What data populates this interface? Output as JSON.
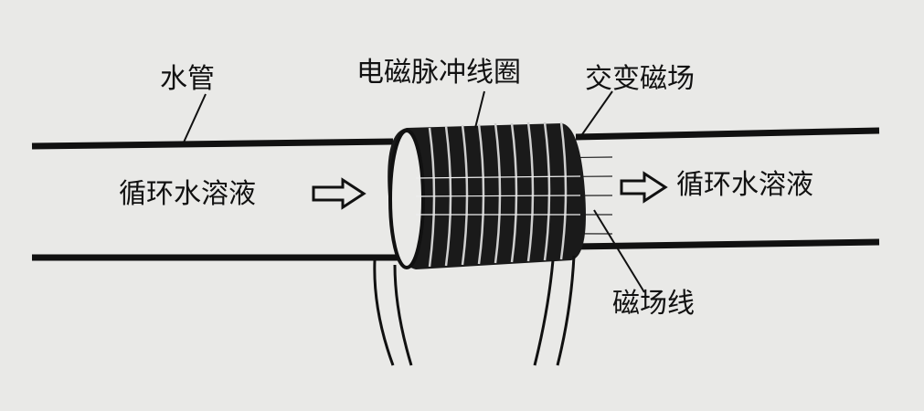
{
  "labels": {
    "pipe": "水管",
    "coil": "电磁脉冲线圈",
    "field": "交变磁场",
    "inflow": "循环水溶液",
    "outflow": "循环水溶液",
    "field_lines": "磁场线"
  },
  "colors": {
    "background": "#e9e9e7",
    "ink": "#111111"
  }
}
